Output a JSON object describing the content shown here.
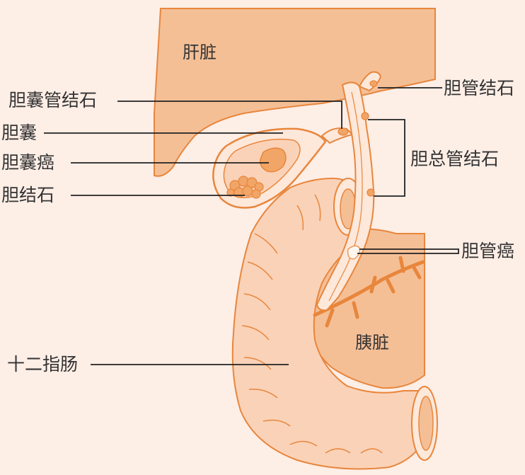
{
  "diagram": {
    "organs": {
      "liver": "肝脏",
      "pancreas": "胰脏"
    },
    "labels": {
      "bile_duct_stone": "胆管结石",
      "cystic_duct_stone": "胆囊管结石",
      "gallbladder": "胆囊",
      "gallbladder_cancer": "胆囊癌",
      "gallstone": "胆结石",
      "common_bile_duct_stone": "胆总管结石",
      "bile_duct_cancer": "胆管癌",
      "duodenum": "十二指肠"
    },
    "colors": {
      "background": "#fdeee6",
      "organ_fill": "#f5bf96",
      "outline": "#e8863c",
      "duodenum_fill": "#fad2b8",
      "stone_fill": "#f1a566",
      "leader_line": "#222222"
    }
  }
}
